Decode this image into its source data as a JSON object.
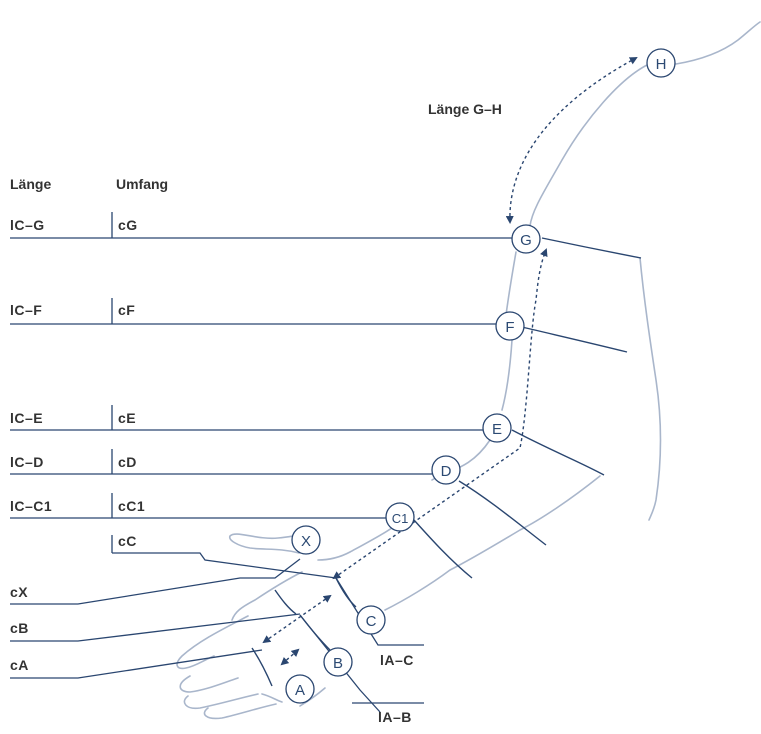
{
  "headers": {
    "length": "Länge",
    "circumference": "Umfang",
    "length_gh": "Länge G–H"
  },
  "rows": {
    "g": {
      "length": "lC–G",
      "circ": "cG"
    },
    "f": {
      "length": "lC–F",
      "circ": "cF"
    },
    "e": {
      "length": "lC–E",
      "circ": "cE"
    },
    "d": {
      "length": "lC–D",
      "circ": "cD"
    },
    "c1": {
      "length": "lC–C1",
      "circ": "cC1"
    },
    "c": {
      "circ": "cC"
    }
  },
  "left_labels": {
    "x": "cX",
    "b": "cB",
    "a": "cA"
  },
  "bottom_labels": {
    "ac": "lA–C",
    "ab": "lA–B"
  },
  "points": {
    "h": "H",
    "g": "G",
    "f": "F",
    "e": "E",
    "d": "D",
    "c1": "C1",
    "x": "X",
    "c": "C",
    "b": "B",
    "a": "A"
  },
  "colors": {
    "navy": "#2a4670",
    "arm_outline": "#a9b6cb",
    "text": "#333333"
  }
}
